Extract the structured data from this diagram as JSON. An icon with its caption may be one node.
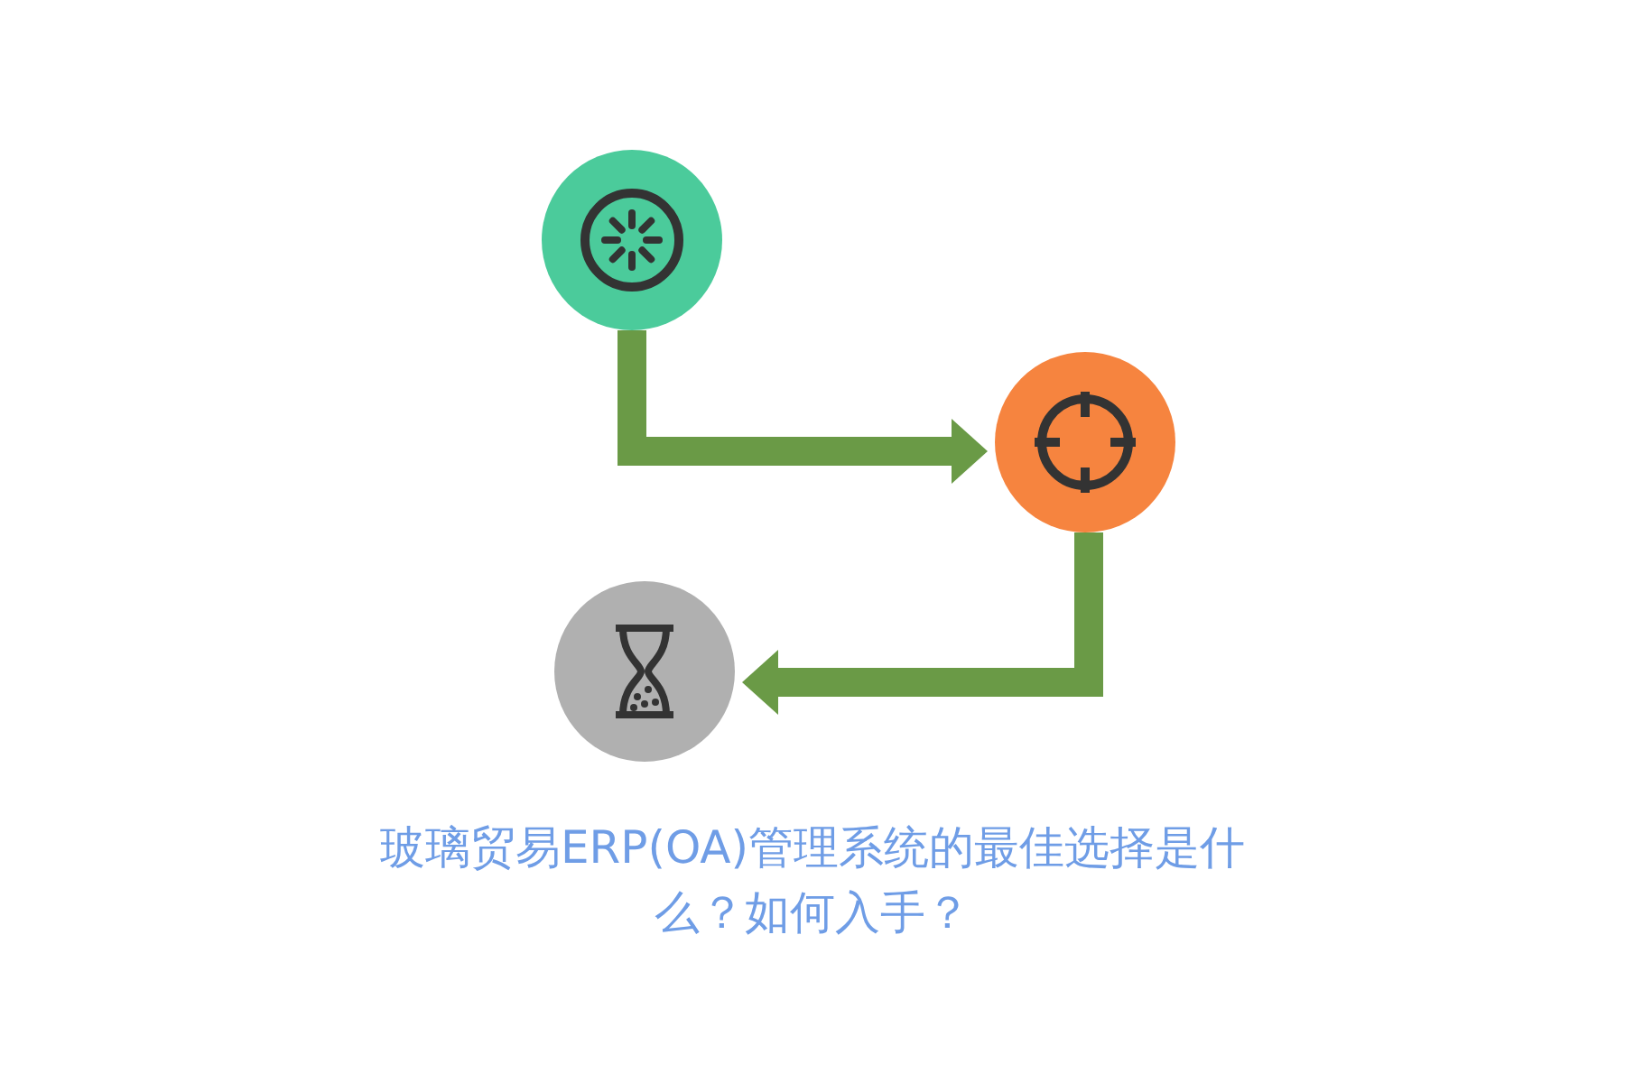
{
  "diagram": {
    "title": "玻璃贸易ERP(OA)管理系统的最佳选择是什么？如何入手？",
    "nodes": [
      {
        "text": [],
        "shape": "circle"
      },
      {
        "text": [],
        "shape": "circle"
      },
      {
        "text": [],
        "shape": "circle"
      }
    ],
    "edges": [
      {
        "from": 0,
        "to": 1,
        "arrow": "to"
      },
      {
        "from": 1,
        "to": 2,
        "arrow": "to"
      }
    ]
  }
}
